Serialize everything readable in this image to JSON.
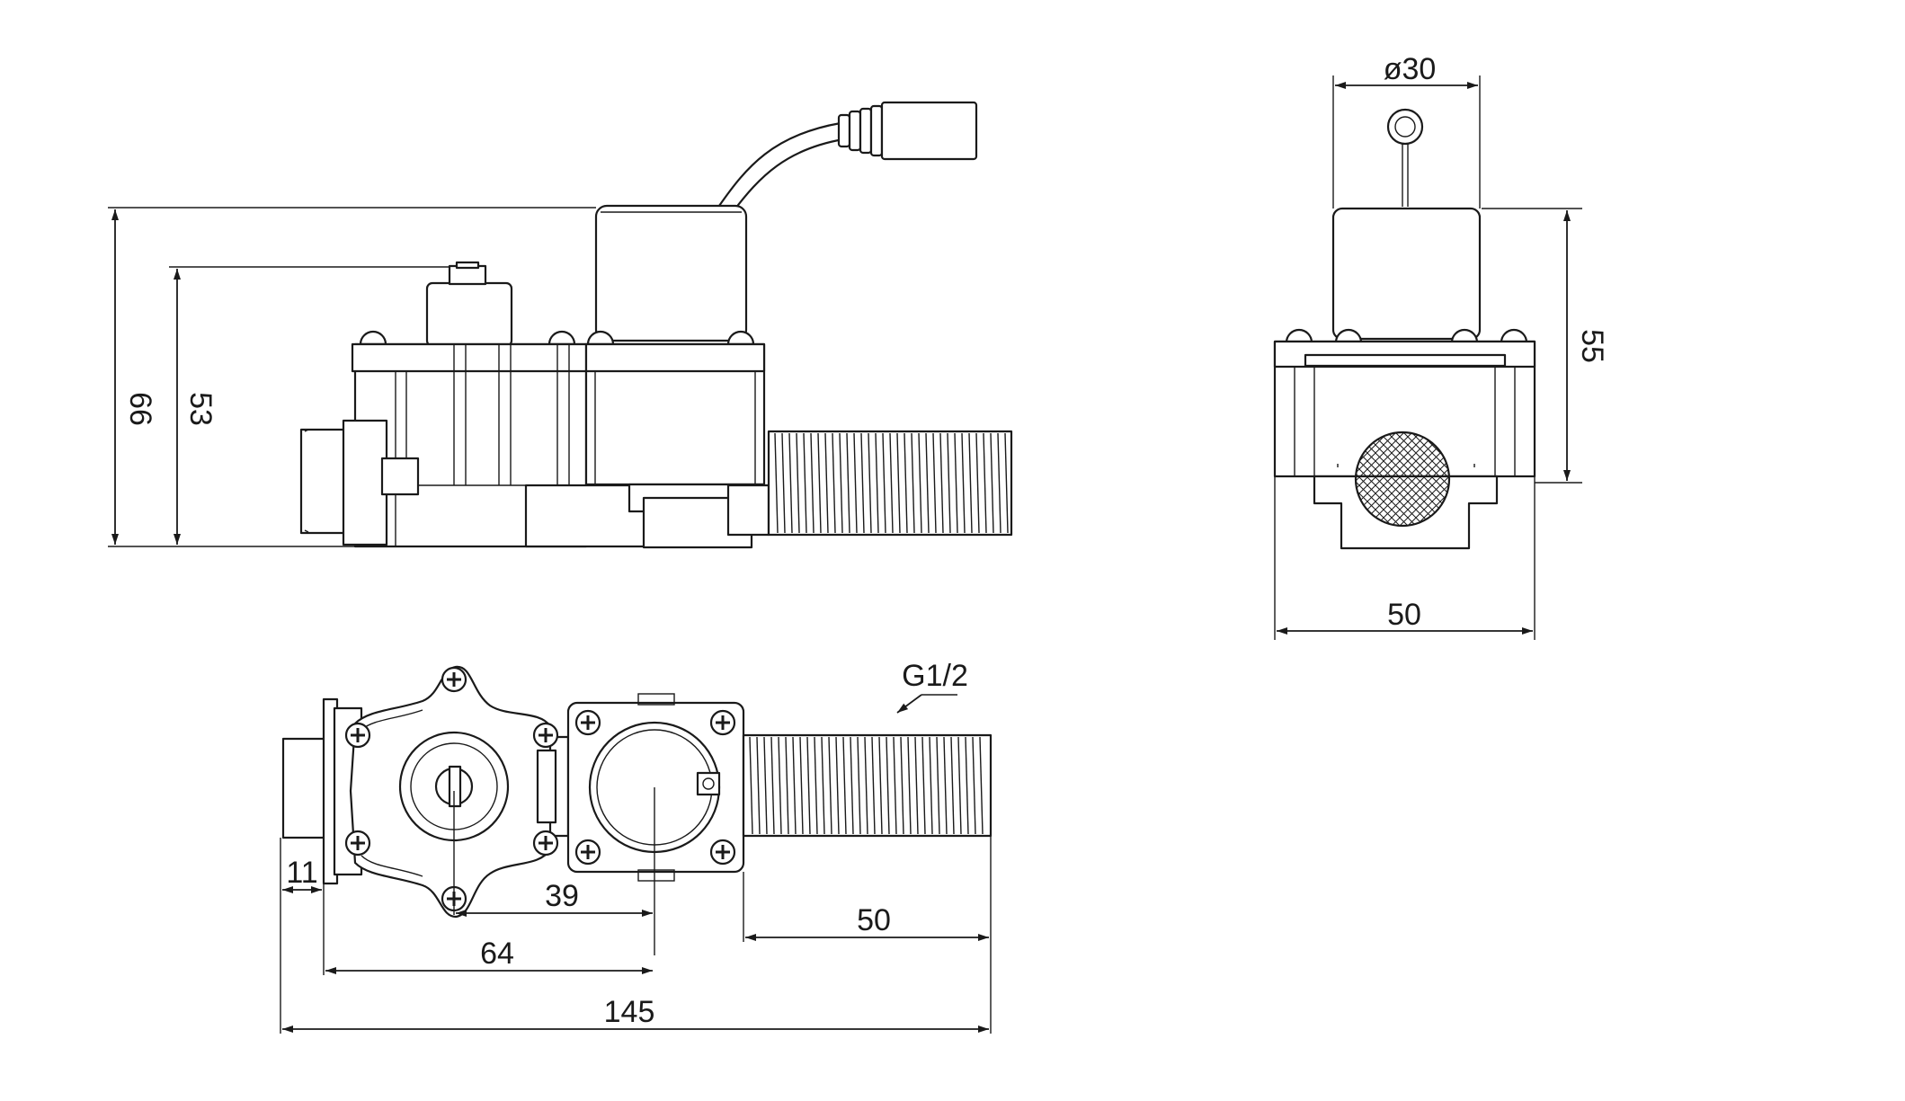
{
  "dimensions": {
    "side_total_height": "66",
    "side_body_height": "53",
    "end_coil_diameter": "ø30",
    "end_height": "55",
    "end_width": "50",
    "thread_spec": "G1/2",
    "top_inlet_length": "11",
    "top_center_to_center": "39",
    "top_inlet_to_center": "64",
    "top_outlet_length": "50",
    "top_total_length": "145"
  }
}
